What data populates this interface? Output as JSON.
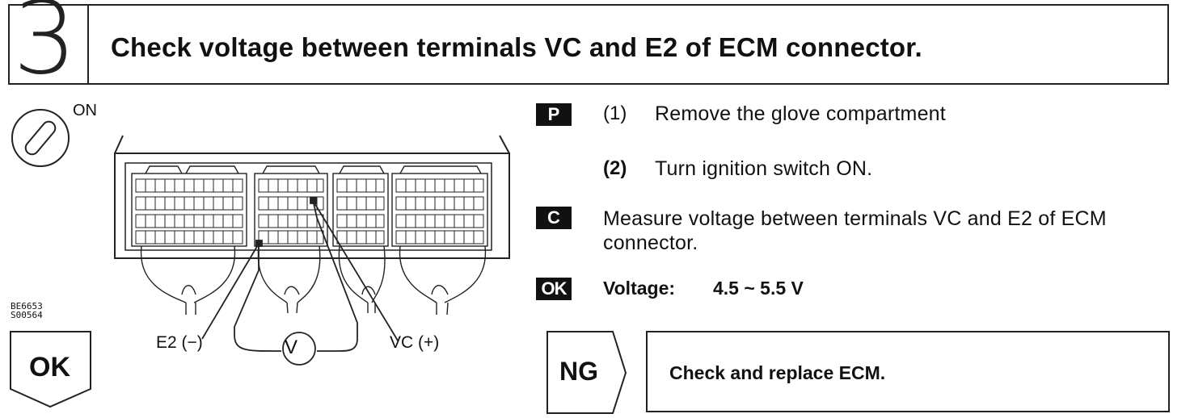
{
  "header": {
    "step_number": "3",
    "title": "Check voltage between terminals VC and E2 of ECM connector."
  },
  "left_panel": {
    "ignition_icon": "ignition-key-icon",
    "ignition_state": "ON",
    "figure_codes": [
      "BE6653",
      "S00564"
    ],
    "ok_button": "OK"
  },
  "diagram": {
    "terminal_negative": "E2 (−)",
    "terminal_positive": "VC (+)",
    "meter_symbol": "V"
  },
  "instructions": {
    "tag_prep": "P",
    "step1_num": "(1)",
    "step1_text": "Remove the glove compartment",
    "step2_num": "(2)",
    "step2_text": "Turn ignition switch ON.",
    "tag_check": "C",
    "measure_text": "Measure voltage between terminals VC and E2 of ECM connector.",
    "tag_ok": "OK",
    "voltage_label": "Voltage:",
    "voltage_value": "4.5 ~ 5.5 V"
  },
  "result": {
    "ng_label": "NG",
    "ng_action": "Check and replace ECM."
  }
}
